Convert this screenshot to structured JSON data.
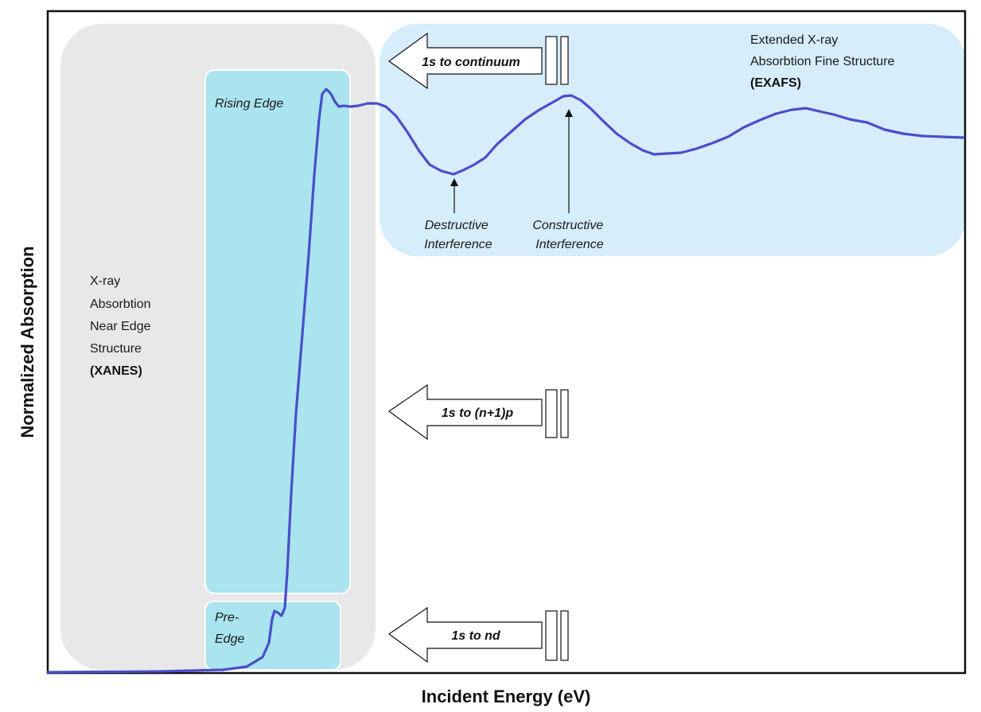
{
  "chart_data": {
    "type": "line",
    "xlabel": "Incident Energy (eV)",
    "ylabel": "Normalized Absorption",
    "grid": false,
    "legend": "none",
    "regions": {
      "xanes": {
        "lines": [
          "X-ray",
          "Absorbtion",
          "Near Edge",
          "Structure"
        ],
        "bold": "(XANES)"
      },
      "rising_edge": "Rising Edge",
      "pre_edge": [
        "Pre-",
        "Edge"
      ],
      "exafs": {
        "lines": [
          "Extended X-ray",
          "Absorbtion Fine Structure"
        ],
        "bold": "(EXAFS)"
      }
    },
    "annotations": {
      "destructive": [
        "Destructive",
        "Interference"
      ],
      "constructive": [
        "Constructive",
        "Interference"
      ]
    },
    "transitions": [
      "1s to continuum",
      "1s to (n+1)p",
      "1s to nd"
    ],
    "colors": {
      "curve": "#4a4ec8",
      "xanes_bg": "#e8e8e8",
      "edge_bg": "#a9e4ef",
      "exafs_bg": "#d6edfb"
    }
  }
}
